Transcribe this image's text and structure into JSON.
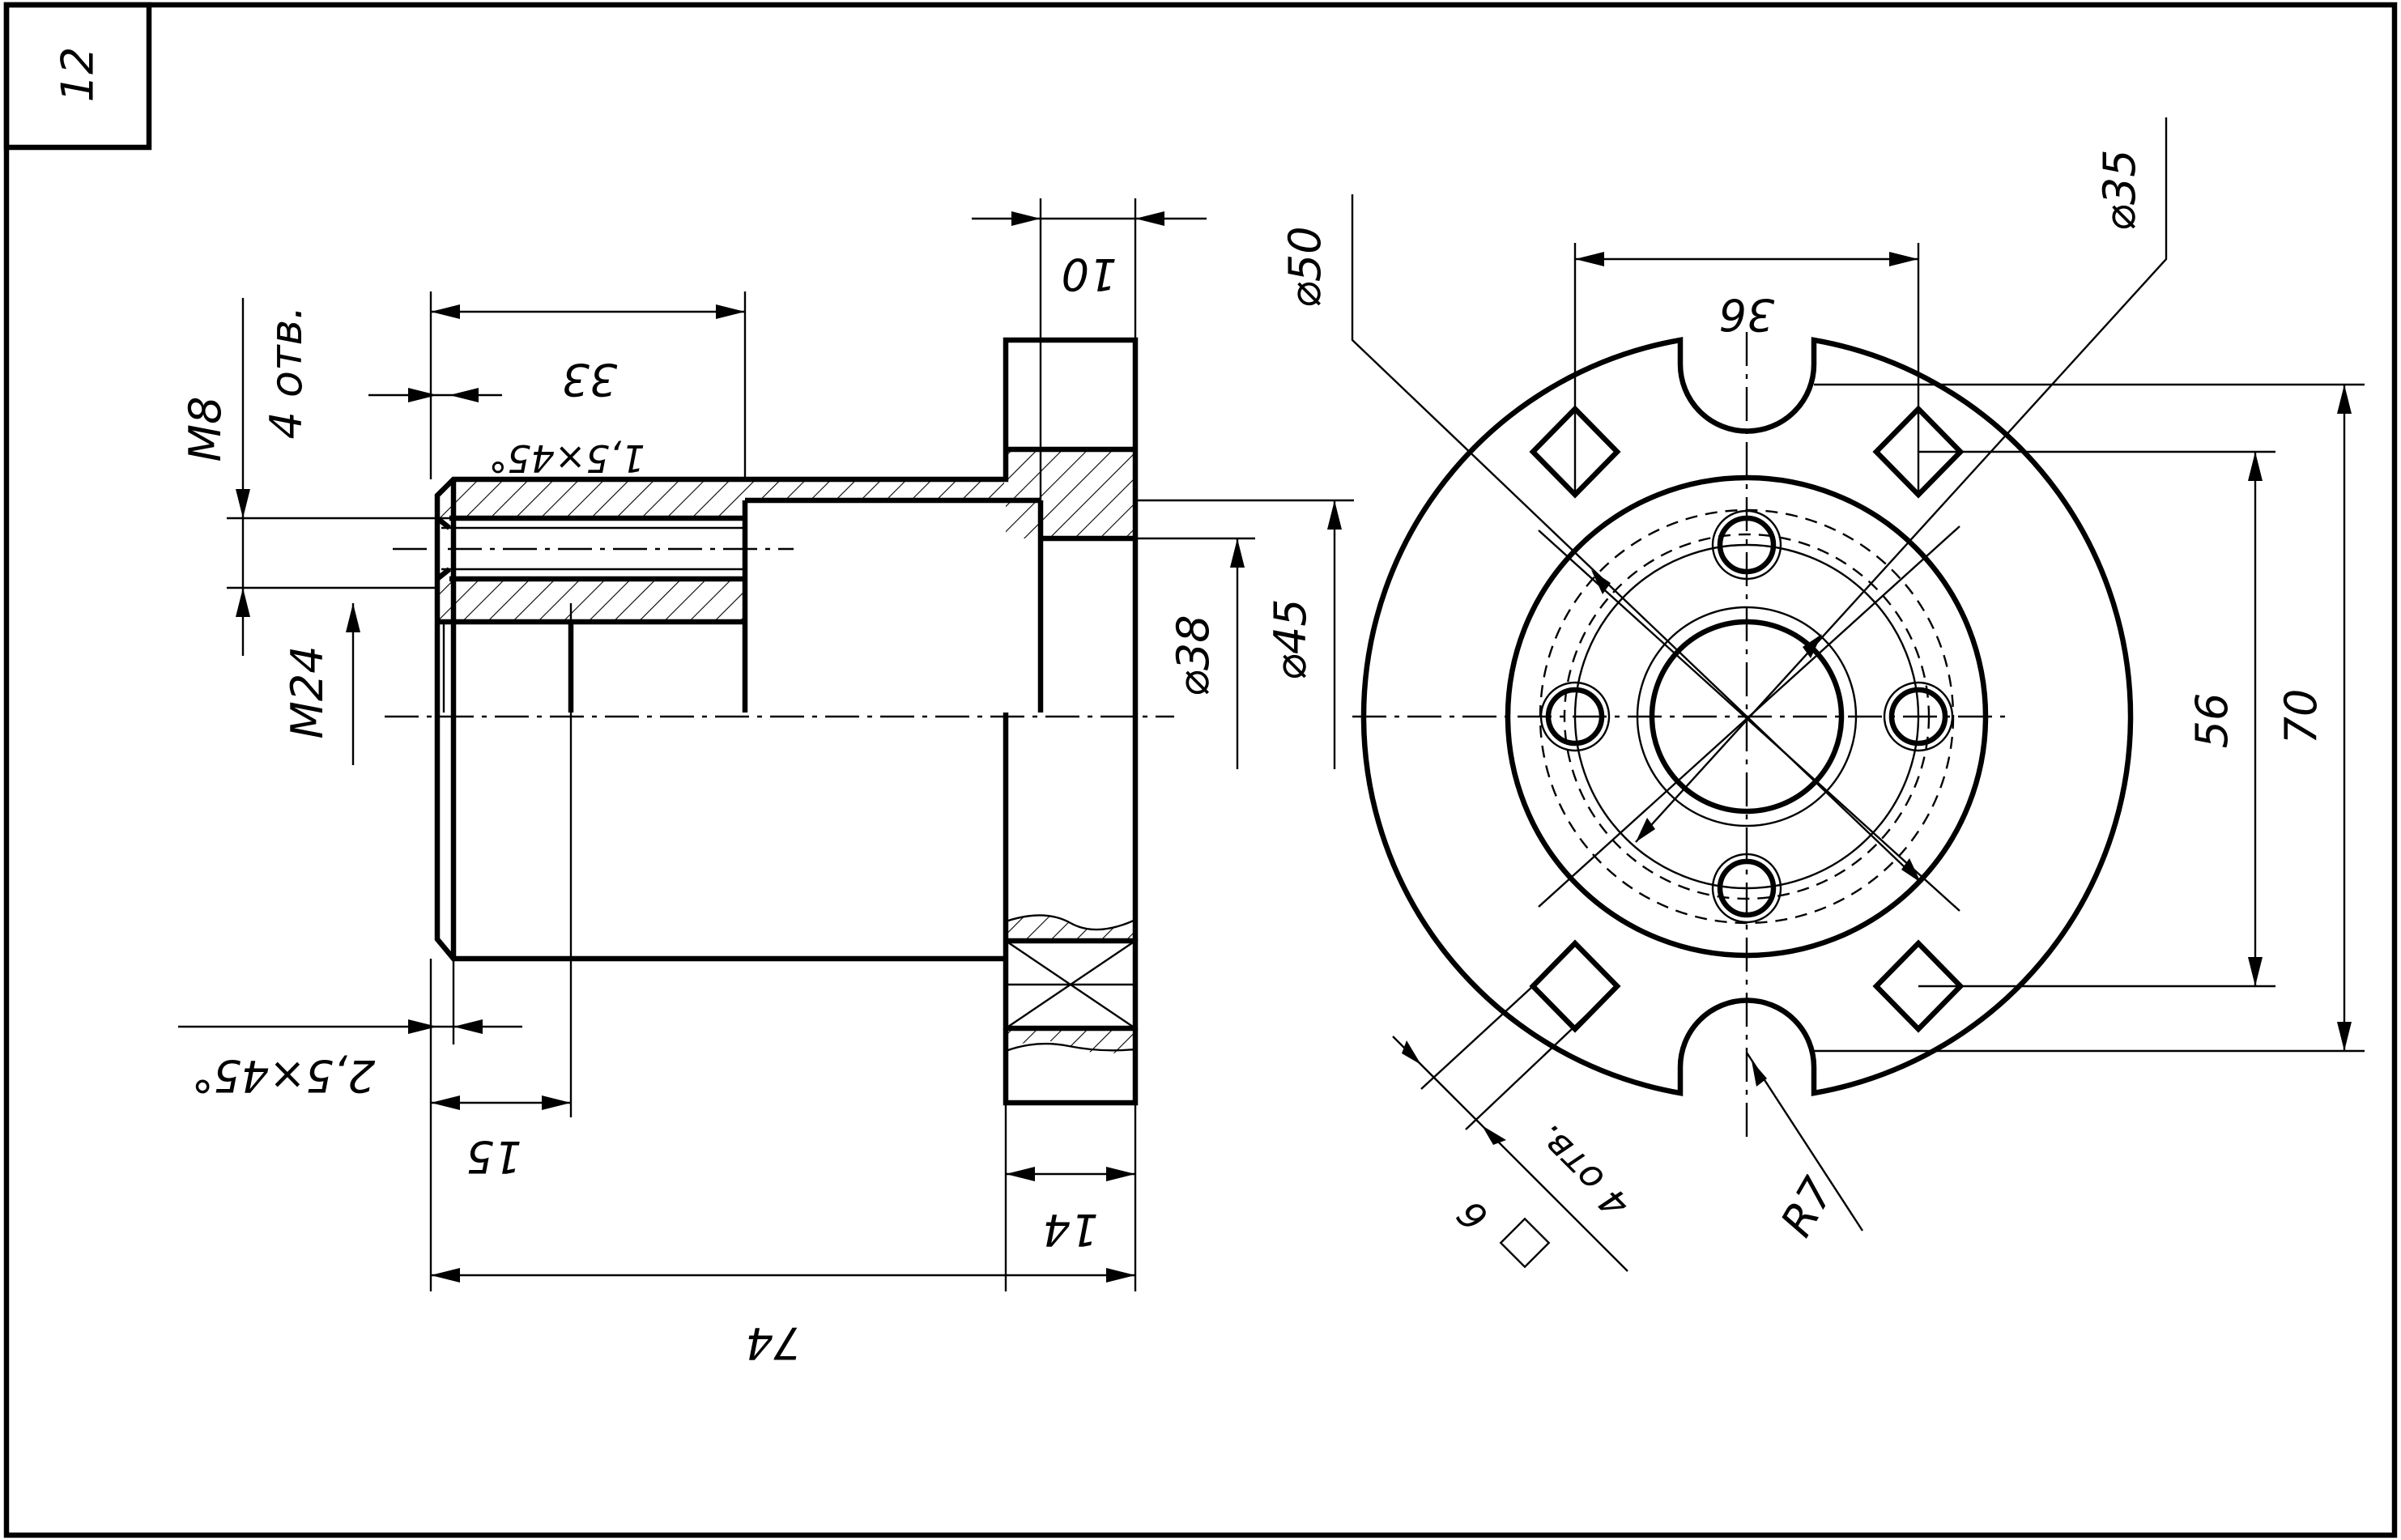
{
  "sheet": {
    "number": "12"
  },
  "side_view": {
    "thread_holes": "M8",
    "holes_count": "4 отв.",
    "bore_thread": "M24",
    "length_33": "33",
    "chamfer_inner": "1,5×45°",
    "width_10": "10",
    "dia_38": "⌀38",
    "dia_45": "⌀45",
    "chamfer_outer": "2,5×45°",
    "length_15": "15",
    "thickness_14": "14",
    "total_length": "74"
  },
  "front_view": {
    "dia_50": "⌀50",
    "dia_35": "⌀35",
    "spacing_36": "36",
    "spacing_56": "56",
    "height_70": "70",
    "slot_radius": "R7",
    "square_holes_count": "4 отв.",
    "square_size": "6"
  }
}
